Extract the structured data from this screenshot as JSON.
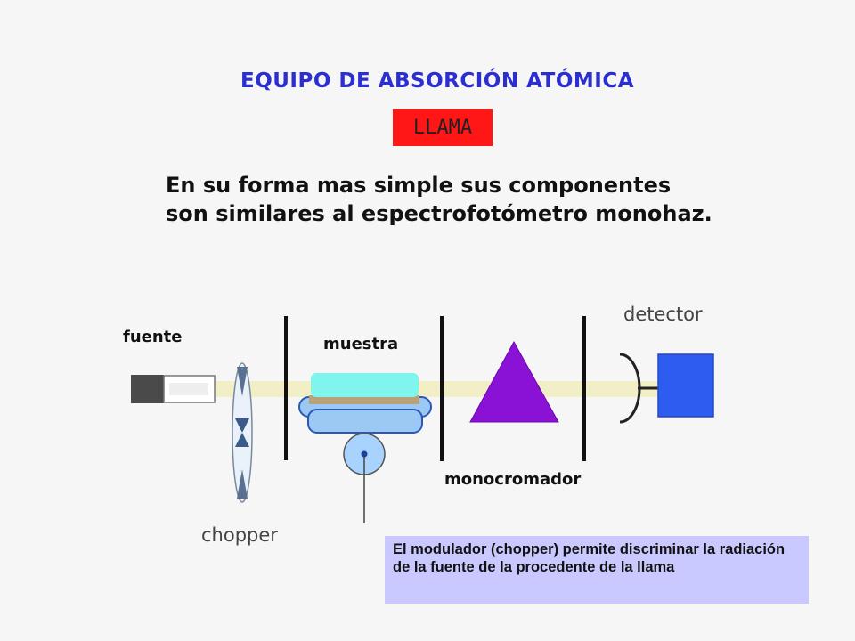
{
  "title": "EQUIPO DE ABSORCIÓN ATÓMICA",
  "badge": "LLAMA",
  "intro": {
    "line1": "En su forma mas simple sus componentes",
    "line2": "son similares al espectrofotómetro monohaz."
  },
  "diagram": {
    "labels": {
      "source": "fuente",
      "chopper": "chopper",
      "sample": "muestra",
      "monochromator": "monocromador",
      "detector": "detector"
    },
    "colors": {
      "beam": "#f2eec6",
      "lamp_dark": "#4a4a4a",
      "sample_top": "#7ff5ee",
      "sample_base": "#b9a27a",
      "burner": "#9cc8f4",
      "prism": "#8a12d6",
      "detector": "#2f5cf0",
      "slit": "#111111"
    }
  },
  "note": "El modulador (chopper) permite discriminar la radiación de la fuente de la procedente de la llama"
}
